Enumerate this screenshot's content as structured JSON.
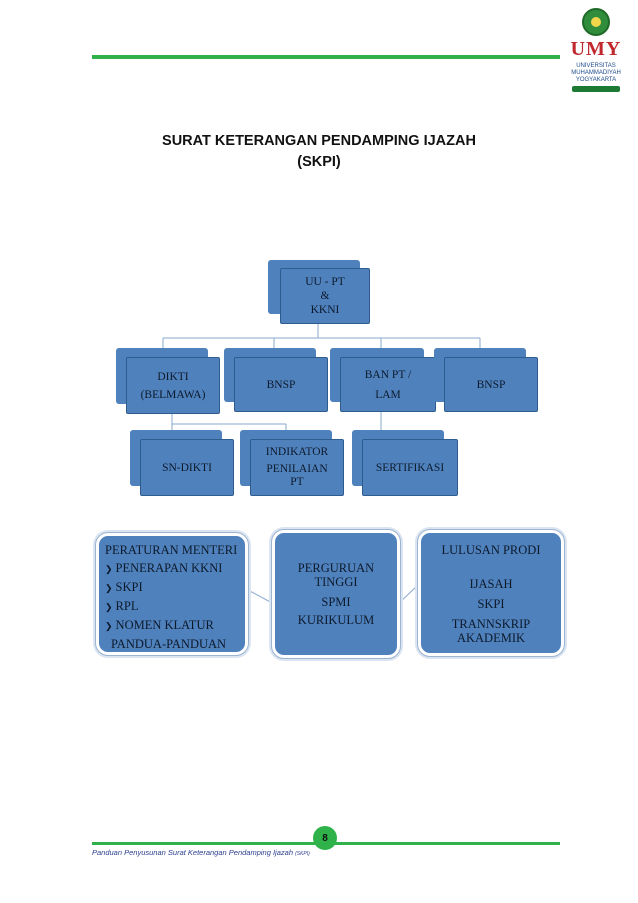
{
  "header": {
    "logo_text": "UMY",
    "logo_sub1": "UNIVERSITAS",
    "logo_sub2": "MUHAMMADIYAH",
    "logo_sub3": "YOGYAKARTA",
    "accent": "#2fb24a"
  },
  "title": {
    "line1": "SURAT KETERANGAN PENDAMPING IJAZAH",
    "line2": "(SKPI)"
  },
  "diagram": {
    "box_color": "#4f81bd",
    "root": {
      "line1": "UU - PT",
      "line2": "&",
      "line3": "KKNI"
    },
    "level1": [
      {
        "line1": "DIKTI",
        "line2": "(BELMAWA)"
      },
      {
        "line1": "BNSP"
      },
      {
        "line1": "BAN PT /",
        "line2": "LAM"
      },
      {
        "line1": "BNSP"
      }
    ],
    "level2": [
      {
        "line1": "SN-DIKTI"
      },
      {
        "line1": "INDIKATOR",
        "line2": "PENILAIAN",
        "line3": "PT"
      },
      {
        "line1": "SERTIFIKASI"
      }
    ],
    "left_box": {
      "heading": "PERATURAN MENTERI",
      "items": [
        "PENERAPAN KKNI",
        "SKPI",
        "RPL",
        "NOMEN KLATUR"
      ],
      "footer": "PANDUA-PANDUAN"
    },
    "middle_box": {
      "line1": "PERGURUAN",
      "line2": "TINGGI",
      "line3": "SPMI",
      "line4": "KURIKULUM"
    },
    "right_box": {
      "line1": "LULUSAN PRODI",
      "line2": "IJASAH",
      "line3": "SKPI",
      "line4": "TRANNSKRIP",
      "line5": "AKADEMIK"
    }
  },
  "footer": {
    "text": "Panduan Penyusunan Surat Keterangan Pendamping Ijazah",
    "small": "(SKPI)",
    "page": "8"
  }
}
